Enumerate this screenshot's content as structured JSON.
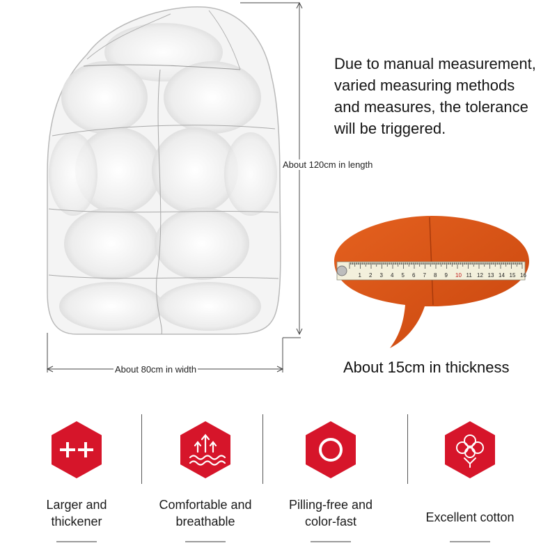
{
  "note": {
    "lines": [
      "Due to manual measurement,",
      "varied measuring methods",
      "and measures, the tolerance",
      "will be triggered."
    ]
  },
  "dimensions": {
    "length": "About 120cm in length",
    "width": "About 80cm in width",
    "thickness": "About 15cm in thickness"
  },
  "tape": {
    "ticks": [
      "1",
      "2",
      "3",
      "4",
      "5",
      "6",
      "7",
      "8",
      "9",
      "10",
      "11",
      "12",
      "13",
      "14",
      "15",
      "16"
    ]
  },
  "features": [
    {
      "label_lines": [
        "Larger and",
        "thickener"
      ],
      "icon": "plus-plus-icon"
    },
    {
      "label_lines": [
        "Comfortable and",
        "breathable"
      ],
      "icon": "breathable-arrows-icon"
    },
    {
      "label_lines": [
        "Pilling-free and",
        "color-fast"
      ],
      "icon": "ring-icon"
    },
    {
      "label_lines": [
        "Excellent cotton"
      ],
      "icon": "cotton-flower-icon"
    }
  ],
  "colors": {
    "accent_red": "#d6152a",
    "fabric_orange": "#e0561c",
    "tape_yellow": "#f3f0dc"
  }
}
